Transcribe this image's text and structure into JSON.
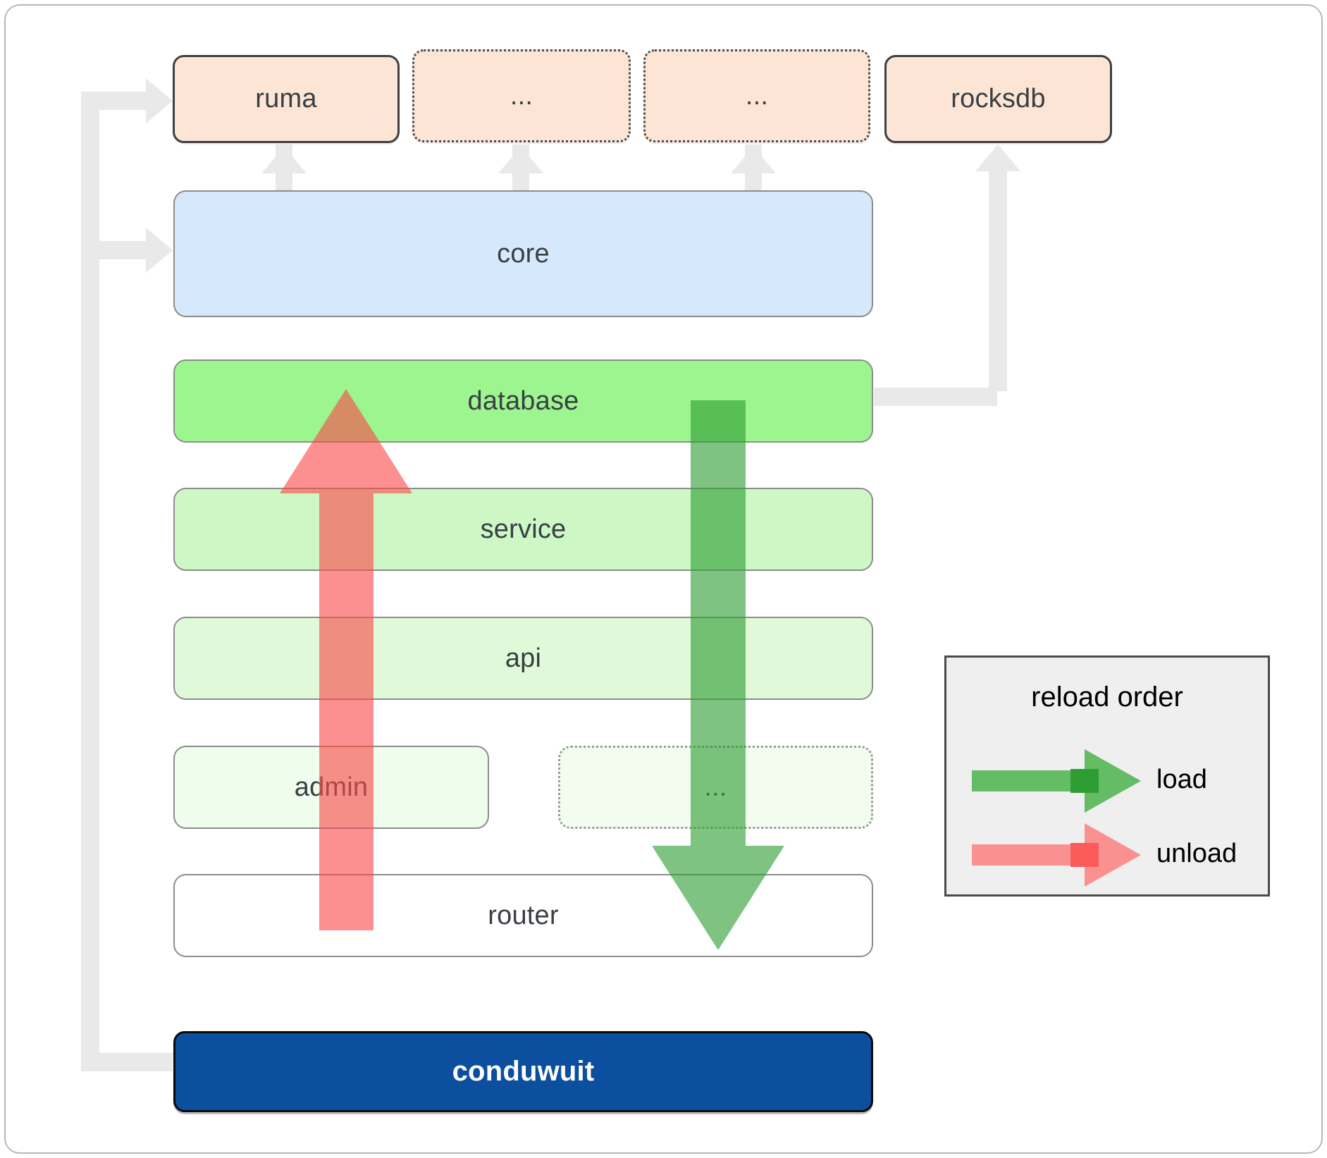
{
  "diagram": {
    "title": "conduwuit crate architecture / reload order",
    "dependencies": [
      {
        "label": "ruma",
        "style": "solid"
      },
      {
        "label": "...",
        "style": "dotted"
      },
      {
        "label": "...",
        "style": "dotted"
      },
      {
        "label": "rocksdb",
        "style": "solid"
      }
    ],
    "layers": [
      {
        "label": "core",
        "color": "#d6e8fb",
        "style": "solid"
      },
      {
        "label": "database",
        "color": "#9cf58f",
        "style": "solid"
      },
      {
        "label": "service",
        "color": "#cdf7c4",
        "style": "solid"
      },
      {
        "label": "api",
        "color": "#e0fad9",
        "style": "solid"
      },
      {
        "label": "admin",
        "color": "#effdec",
        "style": "solid"
      },
      {
        "label": "...",
        "color": "#f2fdef",
        "style": "dotted"
      },
      {
        "label": "router",
        "color": "#ffffff",
        "style": "solid"
      }
    ],
    "binary": {
      "label": "conduwuit",
      "color": "#0b4f9e",
      "text_color": "#ffffff"
    },
    "legend": {
      "title": "reload order",
      "entries": [
        {
          "label": "load",
          "color": "#5cb85c",
          "direction": "down"
        },
        {
          "label": "unload",
          "color": "#fa8b8b",
          "direction": "up"
        }
      ]
    },
    "colors": {
      "dependency_fill": "#fce5d4",
      "dependency_stroke": "#3f3f3f",
      "connector": "#e9e9e9",
      "frame_stroke": "#b8b8b8",
      "layer_stroke": "#8c8c8c",
      "load_arrow": "#5cb85c",
      "load_arrow_dark": "#2e9e34",
      "unload_arrow": "#fa8b8b",
      "unload_arrow_dark": "#fb5b5b"
    }
  }
}
